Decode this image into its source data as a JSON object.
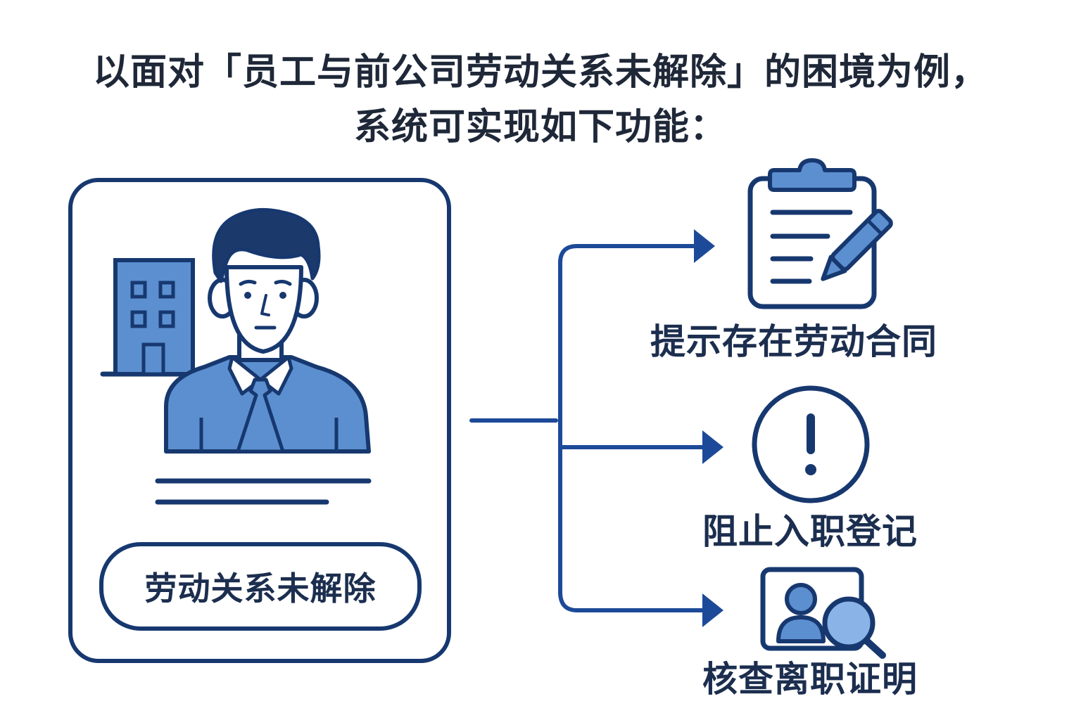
{
  "title": {
    "line1": "以面对「员工与前公司劳动关系未解除」的困境为例，",
    "line2": "系统可实现如下功能："
  },
  "employee_card": {
    "status_label": "劳动关系未解除"
  },
  "functions": [
    {
      "label": "提示存在劳动合同",
      "icon": "clipboard-pencil-icon"
    },
    {
      "label": "阻止入职登记",
      "icon": "alert-circle-icon"
    },
    {
      "label": "核查离职证明",
      "icon": "profile-search-icon"
    }
  ],
  "colors": {
    "navy": "#1c3f7e",
    "blue": "#5b8fd0",
    "light_blue": "#8ab4e8",
    "text": "#1f2838"
  }
}
